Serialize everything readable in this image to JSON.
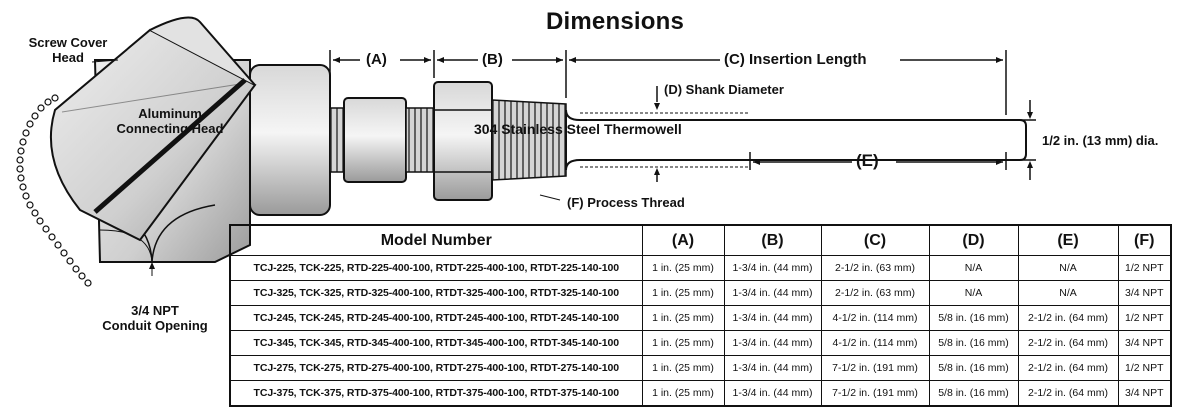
{
  "title": "Dimensions",
  "labels": {
    "screw_cover_head": "Screw Cover\nHead",
    "aluminum_head": "Aluminum\nConnecting Head",
    "conduit_opening": "3/4 NPT\nConduit Opening",
    "dim_a": "(A)",
    "dim_b": "(B)",
    "dim_c": "(C) Insertion Length",
    "dim_d": "(D) Shank Diameter",
    "dim_e": "(E)",
    "dim_f": "(F) Process Thread",
    "thermowell": "304 Stainless Steel Thermowell",
    "tip_dia": "1/2 in. (13 mm) dia."
  },
  "table": {
    "headers": [
      "Model Number",
      "(A)",
      "(B)",
      "(C)",
      "(D)",
      "(E)",
      "(F)"
    ],
    "rows": [
      [
        "TCJ-225, TCK-225, RTD-225-400-100, RTDT-225-400-100, RTDT-225-140-100",
        "1 in. (25 mm)",
        "1-3/4 in. (44 mm)",
        "2-1/2 in. (63 mm)",
        "N/A",
        "N/A",
        "1/2 NPT"
      ],
      [
        "TCJ-325, TCK-325, RTD-325-400-100, RTDT-325-400-100, RTDT-325-140-100",
        "1 in. (25 mm)",
        "1-3/4 in. (44 mm)",
        "2-1/2 in. (63 mm)",
        "N/A",
        "N/A",
        "3/4 NPT"
      ],
      [
        "TCJ-245, TCK-245, RTD-245-400-100, RTDT-245-400-100, RTDT-245-140-100",
        "1 in. (25 mm)",
        "1-3/4 in. (44 mm)",
        "4-1/2 in. (114 mm)",
        "5/8 in. (16 mm)",
        "2-1/2 in. (64 mm)",
        "1/2 NPT"
      ],
      [
        "TCJ-345, TCK-345, RTD-345-400-100, RTDT-345-400-100, RTDT-345-140-100",
        "1 in. (25 mm)",
        "1-3/4 in. (44 mm)",
        "4-1/2 in. (114 mm)",
        "5/8 in. (16 mm)",
        "2-1/2 in. (64 mm)",
        "3/4 NPT"
      ],
      [
        "TCJ-275, TCK-275, RTD-275-400-100, RTDT-275-400-100, RTDT-275-140-100",
        "1 in. (25 mm)",
        "1-3/4 in. (44 mm)",
        "7-1/2 in. (191 mm)",
        "5/8 in. (16 mm)",
        "2-1/2 in. (64 mm)",
        "1/2 NPT"
      ],
      [
        "TCJ-375, TCK-375, RTD-375-400-100, RTDT-375-400-100, RTDT-375-140-100",
        "1 in. (25 mm)",
        "1-3/4 in. (44 mm)",
        "7-1/2 in. (191 mm)",
        "5/8 in. (16 mm)",
        "2-1/2 in. (64 mm)",
        "3/4 NPT"
      ]
    ]
  }
}
